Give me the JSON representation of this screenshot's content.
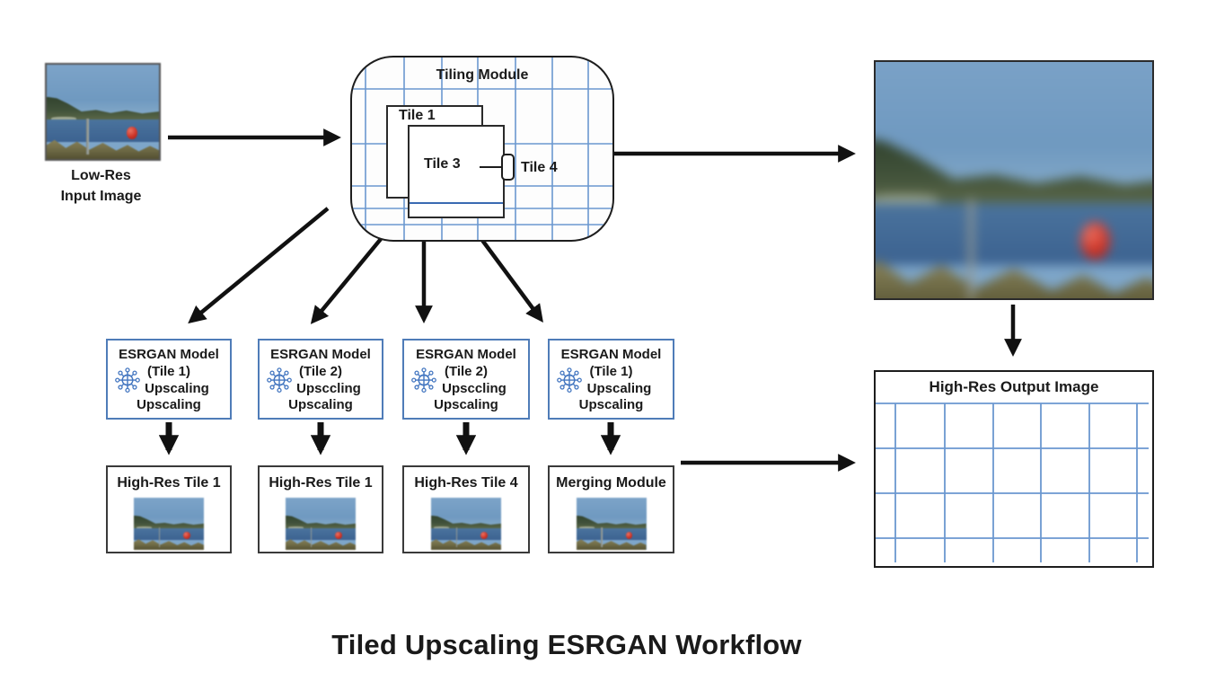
{
  "main_title": "Tiled Upscaling ESRGAN Workflow",
  "input": {
    "caption_line1": "Low-Res",
    "caption_line2": "Input Image",
    "image": "lake-photo"
  },
  "tiling_module": {
    "title": "Tiling Module",
    "tile1_label": "Tile 1",
    "tile3_label": "Tile 3",
    "tile4_label": "Tile 4"
  },
  "esrgan_boxes": [
    {
      "line1": "ESRGAN Model",
      "line2": "(Tile 1)",
      "line3": "Upscaling",
      "line4": "Upscaling",
      "icon": "network-icon"
    },
    {
      "line1": "ESRGAN Model",
      "line2": "(Tile 2)",
      "line3": "Upsccling",
      "line4": "Upscaling",
      "icon": "network-icon"
    },
    {
      "line1": "ESRGAN Model",
      "line2": "(Tile 2)",
      "line3": "Upsccling",
      "line4": "Upscaling",
      "icon": "network-icon"
    },
    {
      "line1": "ESRGAN Model",
      "line2": "(Tile 1)",
      "line3": "Upscaling",
      "line4": "Upscaling",
      "icon": "network-icon"
    }
  ],
  "result_boxes": [
    {
      "title": "High-Res Tile 1",
      "image": "lake-photo"
    },
    {
      "title": "High-Res Tile 1",
      "image": "lake-photo"
    },
    {
      "title": "High-Res Tile 4",
      "image": "lake-photo"
    },
    {
      "title": "Merging Module",
      "image": "lake-photo"
    }
  ],
  "upscaled_image": "blurred-lake-photo",
  "output_box": {
    "title": "High-Res Output Image"
  },
  "colors": {
    "grid_blue": "#6b98d0",
    "esrgan_border_blue": "#4f7cb8",
    "arrow_black": "#111111",
    "icon_blue": "#4376c0",
    "buoy_red": "#cc3326"
  }
}
